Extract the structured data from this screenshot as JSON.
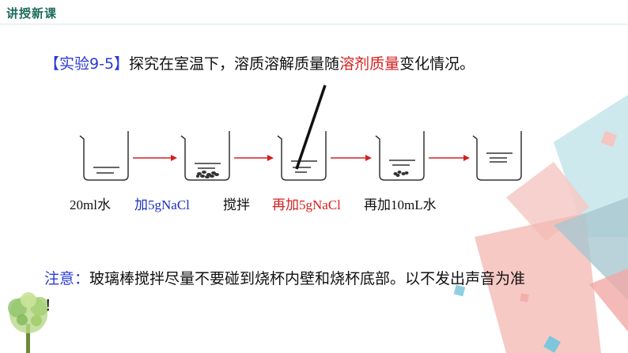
{
  "header": {
    "title": "讲授新课"
  },
  "experiment": {
    "tag": "【实验9-5】",
    "text_before": "探究在室温下，溶质溶解质量随",
    "highlight": "溶剂质量",
    "text_after": "变化情况。"
  },
  "steps": [
    {
      "label": "20ml水",
      "color": "#111111"
    },
    {
      "label": "加5gNaCl",
      "color": "#1a2fc0"
    },
    {
      "label": "搅拌",
      "color": "#111111"
    },
    {
      "label": "再加5gNaCl",
      "color": "#d42020"
    },
    {
      "label": "再加10mL水",
      "color": "#111111"
    }
  ],
  "note": {
    "title": "注意：",
    "text": "玻璃棒搅拌尽量不要碰到烧杯内壁和烧杯底部。以不发出声音为准",
    "tail": "！"
  },
  "colors": {
    "accent_blue": "#2a3bd6",
    "accent_red": "#d42020",
    "arrow_red": "#d42020",
    "header_green": "#1b6b5a"
  }
}
